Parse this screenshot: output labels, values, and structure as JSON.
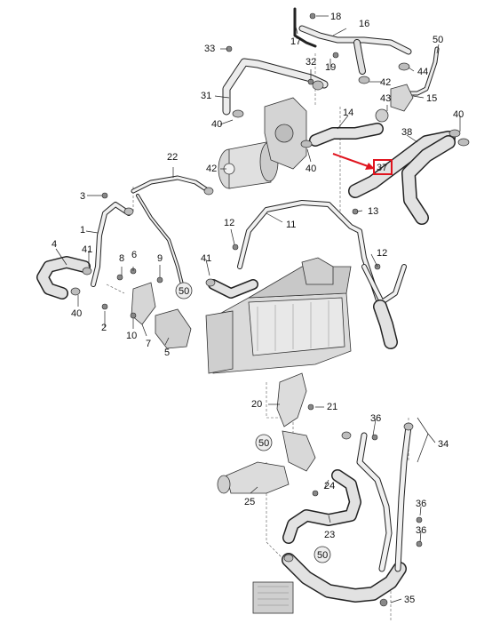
{
  "callouts": {
    "l1": "1",
    "l2": "2",
    "l3": "3",
    "l4": "4",
    "l5": "5",
    "l6": "6",
    "l7": "7",
    "l8": "8",
    "l9": "9",
    "l10": "10",
    "l11": "11",
    "l12a": "12",
    "l12b": "12",
    "l13": "13",
    "l14": "14",
    "l15": "15",
    "l16": "16",
    "l17": "17",
    "l18": "18",
    "l19": "19",
    "l20": "20",
    "l21": "21",
    "l22": "22",
    "l23": "23",
    "l24": "24",
    "l25": "25",
    "l31": "31",
    "l32": "32",
    "l33": "33",
    "l34": "34",
    "l35": "35",
    "l36a": "36",
    "l36b": "36",
    "l36c": "36",
    "l37": "37",
    "l38": "38",
    "l40a": "40",
    "l40b": "40",
    "l40c": "40",
    "l40d": "40",
    "l41a": "41",
    "l41b": "41",
    "l42a": "42",
    "l42b": "42",
    "l43": "43",
    "l44": "44",
    "l50": "50",
    "l50a": "50",
    "l50b": "50",
    "l50c": "50"
  },
  "colors": {
    "highlight": "#e0141e",
    "hose_fill": "#e6e6e6",
    "part_fill": "#dcdcdc",
    "line": "#222222"
  }
}
